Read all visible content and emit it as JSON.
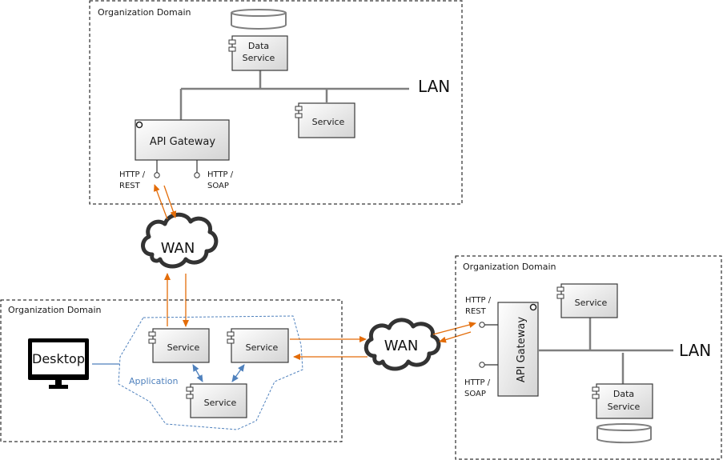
{
  "diagram": {
    "title": "API Gateway deployment across organization domains",
    "colors": {
      "domain_border": "#000000",
      "component_border": "#3a3a3a",
      "component_fill_start": "#ffffff",
      "component_fill_end": "#d9d9d9",
      "lan_line": "#7f7f7f",
      "wan_arrow": "#e36c09",
      "app_arrow": "#4f81bd",
      "app_boundary": "#4f81bd",
      "cloud_stroke": "#333333"
    },
    "domains": [
      {
        "id": "top",
        "label": "Organization Domain",
        "network_label": "LAN",
        "components": [
          {
            "id": "top-data-service",
            "type": "component",
            "label_lines": [
              "Data",
              "Service"
            ],
            "has_database": true
          },
          {
            "id": "top-service",
            "type": "component",
            "label_lines": [
              "Service"
            ]
          },
          {
            "id": "top-api-gateway",
            "type": "gateway",
            "label": "API Gateway"
          }
        ],
        "interfaces": [
          {
            "label_lines": [
              "HTTP /",
              "REST"
            ]
          },
          {
            "label_lines": [
              "HTTP /",
              "SOAP"
            ]
          }
        ]
      },
      {
        "id": "left",
        "label": "Organization Domain",
        "desktop_label": "Desktop",
        "application_label": "Application",
        "components": [
          {
            "id": "app-service-1",
            "type": "component",
            "label_lines": [
              "Service"
            ]
          },
          {
            "id": "app-service-2",
            "type": "component",
            "label_lines": [
              "Service"
            ]
          },
          {
            "id": "app-service-3",
            "type": "component",
            "label_lines": [
              "Service"
            ]
          }
        ]
      },
      {
        "id": "right",
        "label": "Organization Domain",
        "network_label": "LAN",
        "components": [
          {
            "id": "right-service",
            "type": "component",
            "label_lines": [
              "Service"
            ]
          },
          {
            "id": "right-data-service",
            "type": "component",
            "label_lines": [
              "Data",
              "Service"
            ],
            "has_database": true
          },
          {
            "id": "right-api-gateway",
            "type": "gateway",
            "label": "API Gateway"
          }
        ],
        "interfaces": [
          {
            "label_lines": [
              "HTTP /",
              "REST"
            ]
          },
          {
            "label_lines": [
              "HTTP /",
              "SOAP"
            ]
          }
        ]
      }
    ],
    "clouds": [
      {
        "id": "wan-top",
        "label": "WAN"
      },
      {
        "id": "wan-right",
        "label": "WAN"
      }
    ]
  }
}
